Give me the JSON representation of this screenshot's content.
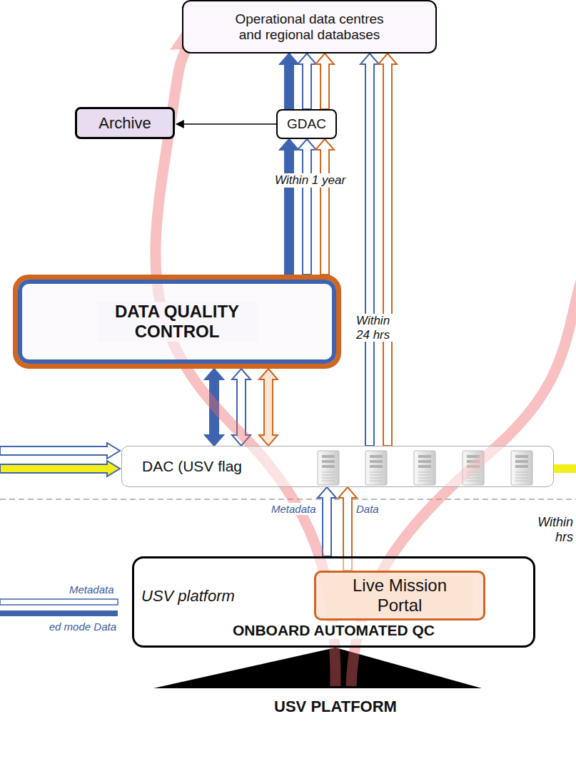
{
  "diagram": {
    "nodes": [
      {
        "text": [
          "Operational data centres and regional databases"
        ]
      },
      {
        "text": [
          "Archive"
        ]
      },
      {
        "text": [
          "GDAC"
        ]
      },
      {
        "text": [
          "DATA QUALITY CONTROL"
        ]
      },
      {
        "text": [
          "DAC (USV flag"
        ]
      },
      {
        "text": [
          "USV platform",
          "ONBOARD AUTOMATED QC"
        ]
      },
      {
        "text": [
          "Live Mission Portal"
        ],
        "in": 5
      }
    ],
    "edges": [
      {
        "from": 2,
        "to": 0,
        "arrow": "to"
      },
      {
        "from": 2,
        "to": 0,
        "arrow": "to"
      },
      {
        "from": 2,
        "to": 0,
        "arrow": "to"
      },
      {
        "from": 2,
        "to": 1,
        "arrow": "to"
      },
      {
        "from": 3,
        "to": 2,
        "arrow": "to"
      },
      {
        "from": 3,
        "to": 2,
        "arrow": "to"
      },
      {
        "from": 3,
        "to": 2,
        "arrow": "to"
      },
      {
        "from": 4,
        "to": 3,
        "arrow": "both"
      },
      {
        "from": 4,
        "to": 3,
        "arrow": "both"
      },
      {
        "from": 4,
        "to": 3,
        "arrow": "both"
      },
      {
        "from": 4,
        "to": 0,
        "arrow": "to"
      },
      {
        "from": 4,
        "to": 0,
        "arrow": "to"
      },
      {
        "from": 5,
        "to": 4,
        "label": "Metadata",
        "arrow": "to"
      },
      {
        "from": 6,
        "to": 4,
        "label": "Data",
        "arrow": "to"
      }
    ],
    "labels": [
      "Within 1 year",
      "Within 24 hrs",
      "Within hrs",
      "Metadata",
      "ed mode Data",
      "USV PLATFORM"
    ]
  }
}
